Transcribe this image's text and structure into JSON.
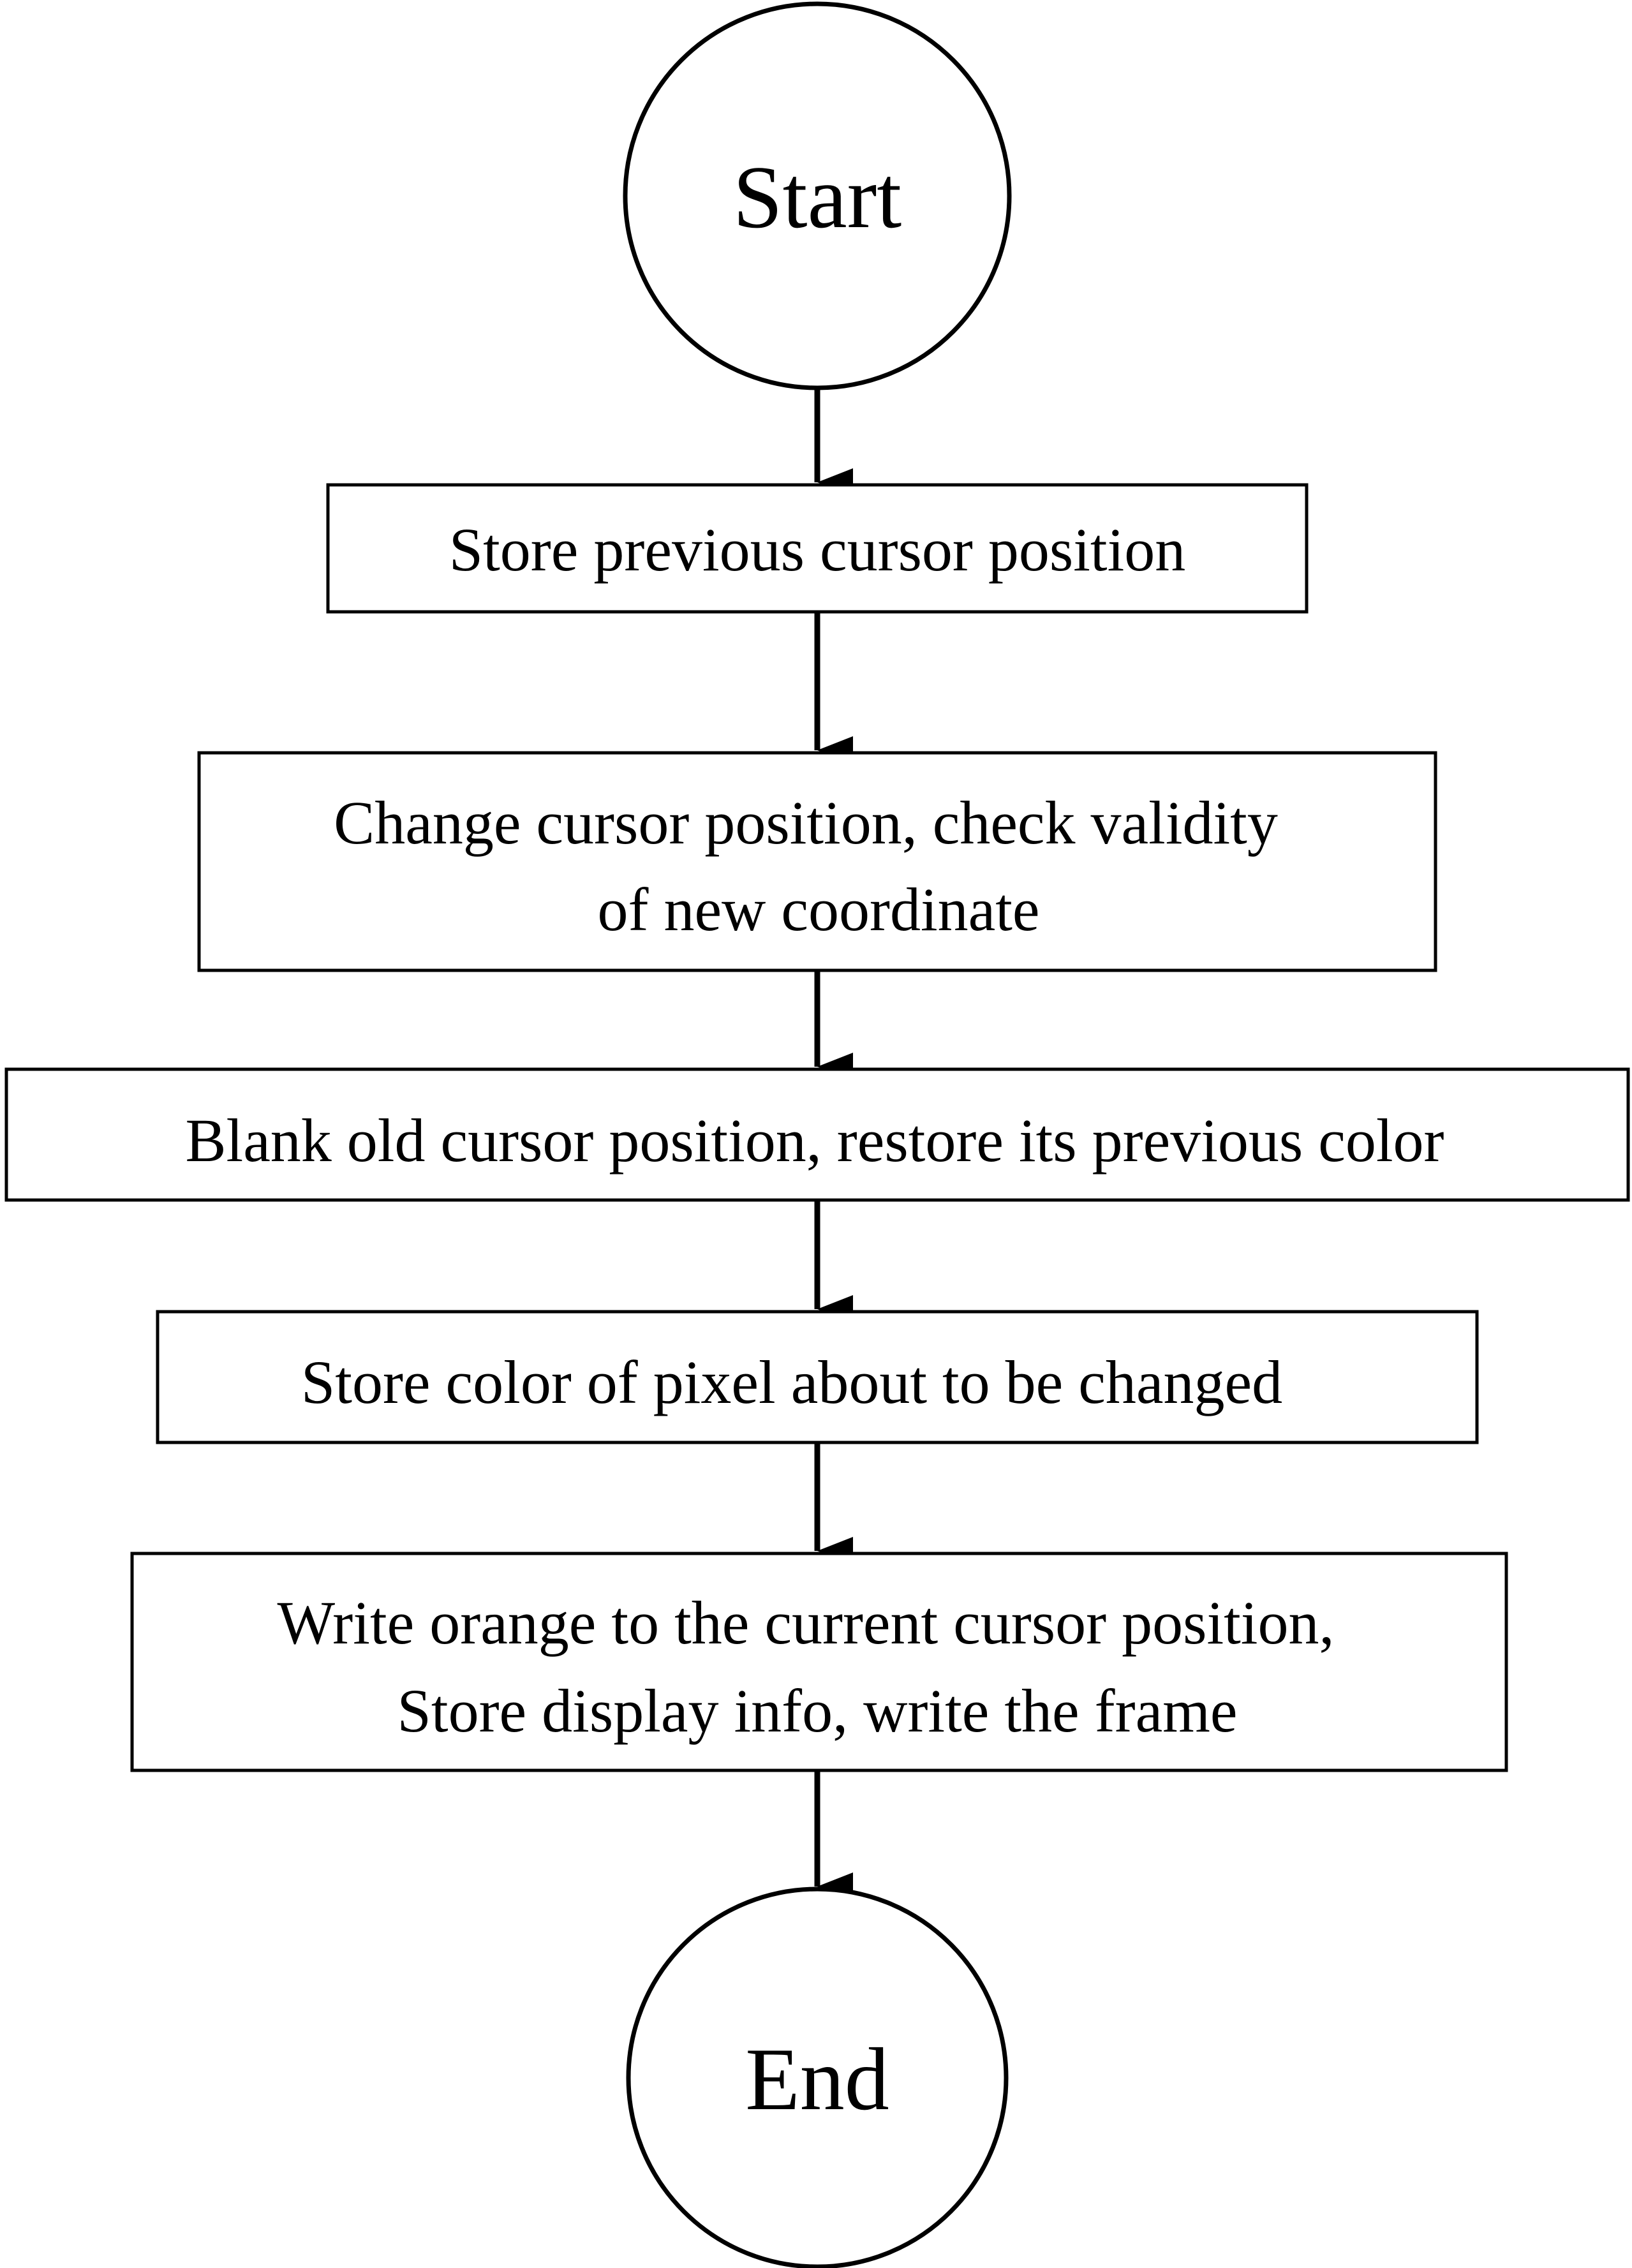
{
  "diagram": {
    "colors": {
      "stroke": "#000000",
      "fill": "#ffffff",
      "text": "#000000"
    },
    "start": {
      "label": "Start"
    },
    "steps": [
      {
        "lines": [
          "Store previous cursor position"
        ]
      },
      {
        "lines": [
          "Change cursor position, check validity",
          "of new coordinate"
        ]
      },
      {
        "lines": [
          "Blank old cursor position, restore its previous color"
        ]
      },
      {
        "lines": [
          "Store color of pixel about to be changed"
        ]
      },
      {
        "lines": [
          "Write orange to the current cursor position,",
          "Store display info, write the frame"
        ]
      }
    ],
    "end": {
      "label": "End"
    }
  }
}
